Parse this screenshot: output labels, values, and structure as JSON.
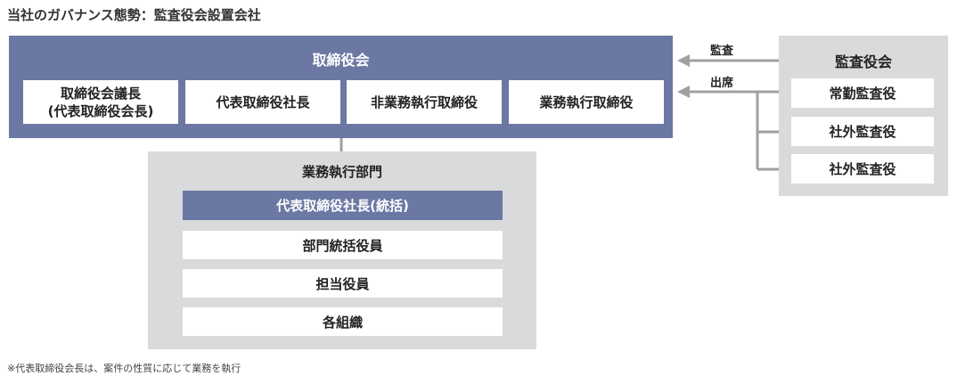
{
  "title": "当社のガバナンス態勢：監査役会設置会社",
  "board": {
    "title": "取締役会",
    "members": [
      {
        "line1": "取締役会議長",
        "line2": "(代表取締役会長)"
      },
      {
        "line1": "代表取締役社長",
        "line2": ""
      },
      {
        "line1": "非業務執行取締役",
        "line2": ""
      },
      {
        "line1": "業務執行取締役",
        "line2": ""
      }
    ]
  },
  "execution": {
    "title": "業務執行部門",
    "president": "代表取締役社長(統括)",
    "rows": [
      "部門統括役員",
      "担当役員",
      "各組織"
    ]
  },
  "audit": {
    "title": "監査役会",
    "members": [
      "常勤監査役",
      "社外監査役",
      "社外監査役"
    ]
  },
  "arrows": {
    "audit_label": "監査",
    "attend_label": "出席"
  },
  "footnote": "※代表取締役会長は、案件の性質に応じて業務を執行",
  "colors": {
    "accent": "#6b78a3",
    "panel": "#d9dadc",
    "connector": "#a0a0a0"
  }
}
